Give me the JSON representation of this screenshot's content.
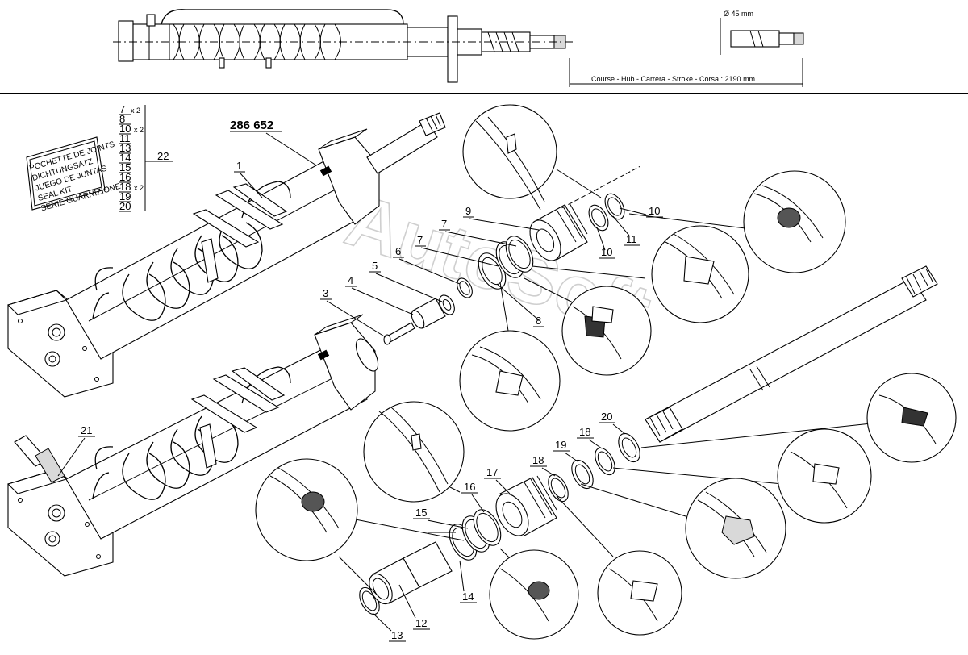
{
  "header": {
    "diameter_label": "Ø 45 mm",
    "stroke_label": "Course - Hub - Carrera - Stroke - Corsa : 2190 mm"
  },
  "kit": {
    "reference": "286 652",
    "label_lines": [
      "POCHETTE DE JOINTS",
      "DICHTUNGSATZ",
      "JUEGO DE JUNTAS",
      "SEAL KIT",
      "SERIE GUARNIZIONE"
    ],
    "items": [
      {
        "num": "7",
        "qty": "x 2"
      },
      {
        "num": "8",
        "qty": ""
      },
      {
        "num": "10",
        "qty": "x 2"
      },
      {
        "num": "11",
        "qty": ""
      },
      {
        "num": "13",
        "qty": ""
      },
      {
        "num": "14",
        "qty": ""
      },
      {
        "num": "15",
        "qty": ""
      },
      {
        "num": "16",
        "qty": ""
      },
      {
        "num": "18",
        "qty": "x 2"
      },
      {
        "num": "19",
        "qty": ""
      },
      {
        "num": "20",
        "qty": ""
      }
    ],
    "group_number": "22"
  },
  "parts": {
    "p1": "1",
    "p3": "3",
    "p4": "4",
    "p5": "5",
    "p6": "6",
    "p7a": "7",
    "p7b": "7",
    "p8": "8",
    "p9": "9",
    "p10a": "10",
    "p10b": "10",
    "p11": "11",
    "p12": "12",
    "p13": "13",
    "p14": "14",
    "p15": "15",
    "p16": "16",
    "p17": "17",
    "p18a": "18",
    "p18b": "18",
    "p19": "19",
    "p20": "20",
    "p21": "21"
  },
  "watermark": "AutoSoft"
}
